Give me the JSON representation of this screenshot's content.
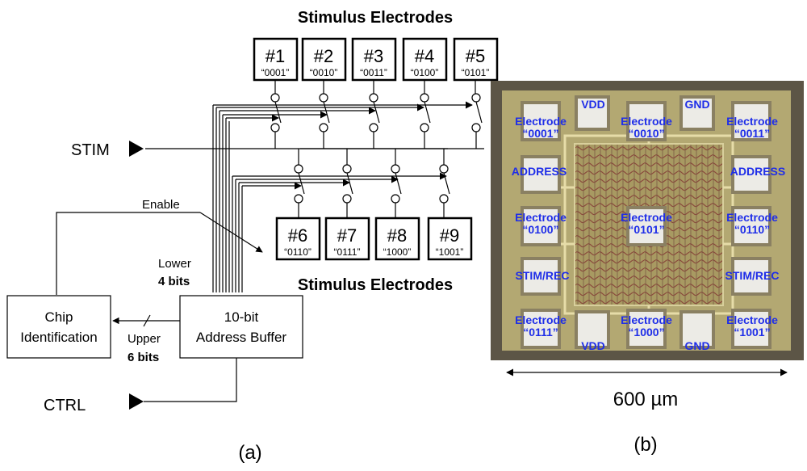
{
  "panel_a": {
    "caption": "(a)",
    "top_title": "Stimulus Electrodes",
    "bottom_title": "Stimulus Electrodes",
    "stim_label": "STIM",
    "ctrl_label": "CTRL",
    "enable_label": "Enable",
    "lower_label": "Lower",
    "lower_bits": "4 bits",
    "upper_label": "Upper",
    "upper_bits": "6 bits",
    "chip_id": [
      "Chip",
      "Identification"
    ],
    "addr_buffer": [
      "10-bit",
      "Address Buffer"
    ],
    "top_electrodes": [
      {
        "num": "#1",
        "code": "“0001”"
      },
      {
        "num": "#2",
        "code": "“0010”"
      },
      {
        "num": "#3",
        "code": "“0011”"
      },
      {
        "num": "#4",
        "code": "“0100”"
      },
      {
        "num": "#5",
        "code": "“0101”"
      }
    ],
    "bottom_electrodes": [
      {
        "num": "#6",
        "code": "“0110”"
      },
      {
        "num": "#7",
        "code": "“0111”"
      },
      {
        "num": "#8",
        "code": "“1000”"
      },
      {
        "num": "#9",
        "code": "“1001”"
      }
    ]
  },
  "panel_b": {
    "caption": "(b)",
    "scale_label": "600 µm",
    "label_color": "#1f2ee8",
    "pad_labels": {
      "vdd_top": "VDD",
      "gnd_top": "GND",
      "vdd_bottom": "VDD",
      "gnd_bottom": "GND",
      "address_left": "ADDRESS",
      "address_right": "ADDRESS",
      "stimrec_left": "STIM/REC",
      "stimrec_right": "STIM/REC"
    },
    "electrodes": [
      {
        "word": "Electrode",
        "code": "“0001”"
      },
      {
        "word": "Electrode",
        "code": "“0010”"
      },
      {
        "word": "Electrode",
        "code": "“0011”"
      },
      {
        "word": "Electrode",
        "code": "“0100”"
      },
      {
        "word": "Electrode",
        "code": "“0101”"
      },
      {
        "word": "Electrode",
        "code": "“0110”"
      },
      {
        "word": "Electrode",
        "code": "“0111”"
      },
      {
        "word": "Electrode",
        "code": "“1000”"
      },
      {
        "word": "Electrode",
        "code": "“1001”"
      }
    ]
  }
}
